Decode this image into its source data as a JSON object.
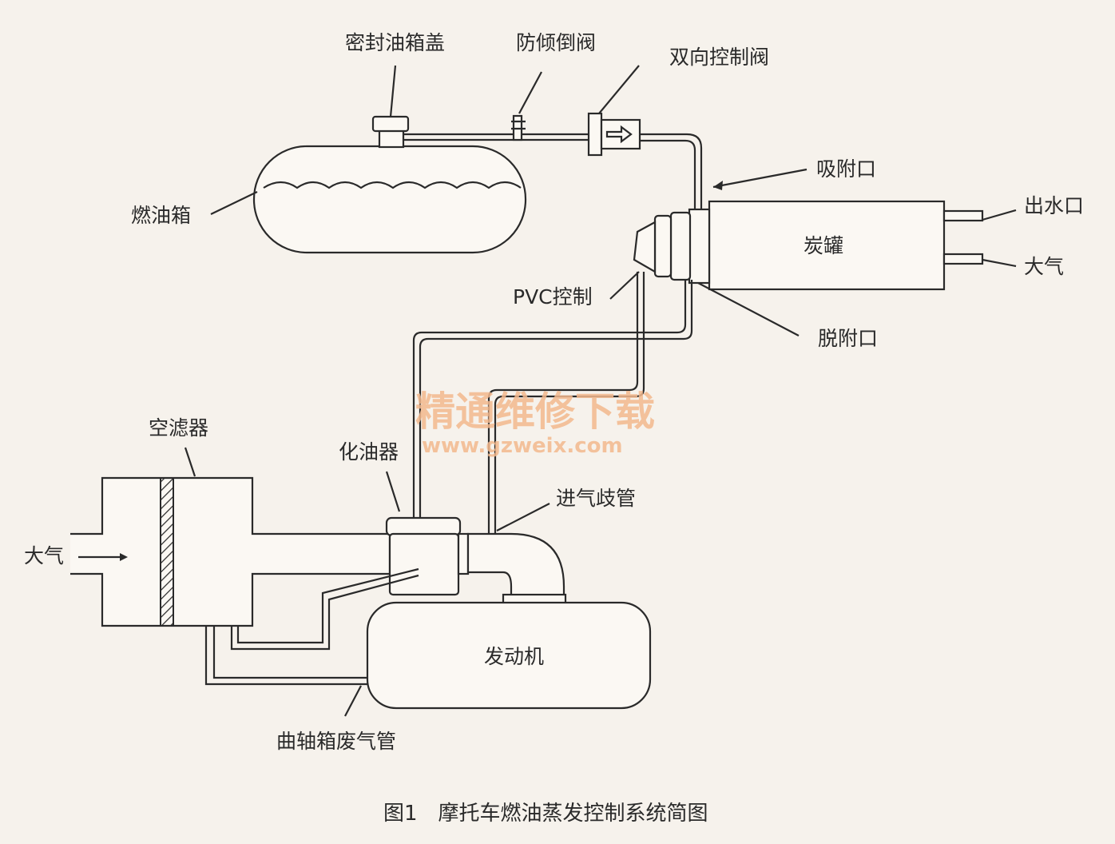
{
  "labels": {
    "sealed_cap": "密封油箱盖",
    "rollover_valve": "防倾倒阀",
    "two_way_valve": "双向控制阀",
    "fuel_tank": "燃油箱",
    "adsorption_port": "吸附口",
    "canister": "炭罐",
    "water_outlet": "出水口",
    "atmosphere_right": "大气",
    "pvc_control": "PVC控制",
    "desorption_port": "脱附口",
    "air_filter": "空滤器",
    "carburetor": "化油器",
    "intake_manifold": "进气歧管",
    "atmosphere_left": "大气",
    "engine": "发动机",
    "crankcase_pipe": "曲轴箱废气管"
  },
  "caption": "图1　摩托车燃油蒸发控制系统简图",
  "watermark": {
    "title": "精通维修下载",
    "url": "www.gzweix.com"
  },
  "colors": {
    "line": "#2a2a2a",
    "background": "#f6f2ec",
    "watermark": "#f3b98e"
  }
}
